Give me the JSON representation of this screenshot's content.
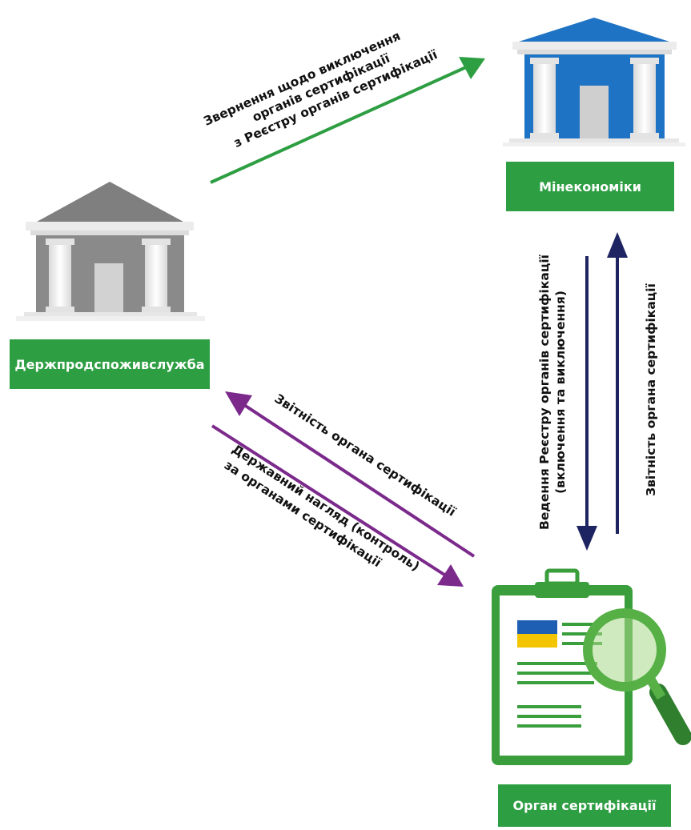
{
  "nodes": {
    "ministry": {
      "label": "Мінекономіки"
    },
    "service": {
      "label": "Держпродспоживслужба"
    },
    "body": {
      "label": "Орган сертифікації"
    }
  },
  "edges": {
    "service_to_ministry": {
      "lines": [
        "Звернення щодо виключення",
        "органів сертифікації",
        "з Реєстру органів сертифікації"
      ],
      "color": "#2e9e43"
    },
    "ministry_to_body": {
      "lines": [
        "Ведення Реєстру органів сертифікації",
        "(включення та виключення)"
      ],
      "color": "#1e2461"
    },
    "body_to_ministry": {
      "lines": [
        "Звітність органа сертифікації"
      ],
      "color": "#1e2461"
    },
    "body_to_service": {
      "lines": [
        "Звітність органа сертифікації"
      ],
      "color": "#7b2a8c"
    },
    "service_to_body": {
      "lines": [
        "Державний нагляд (контроль)",
        "за органами сертифікації"
      ],
      "color": "#7b2a8c"
    }
  },
  "colors": {
    "accent_green": "#2e9e43",
    "ministry_blue": "#1f73c4",
    "service_gray": "#8a8a8a",
    "flag_blue": "#1f5fb3",
    "flag_yellow": "#f2c500"
  },
  "icons": {
    "ministry": "government-building-icon",
    "service": "government-building-icon",
    "body": "clipboard-magnifier-icon"
  }
}
